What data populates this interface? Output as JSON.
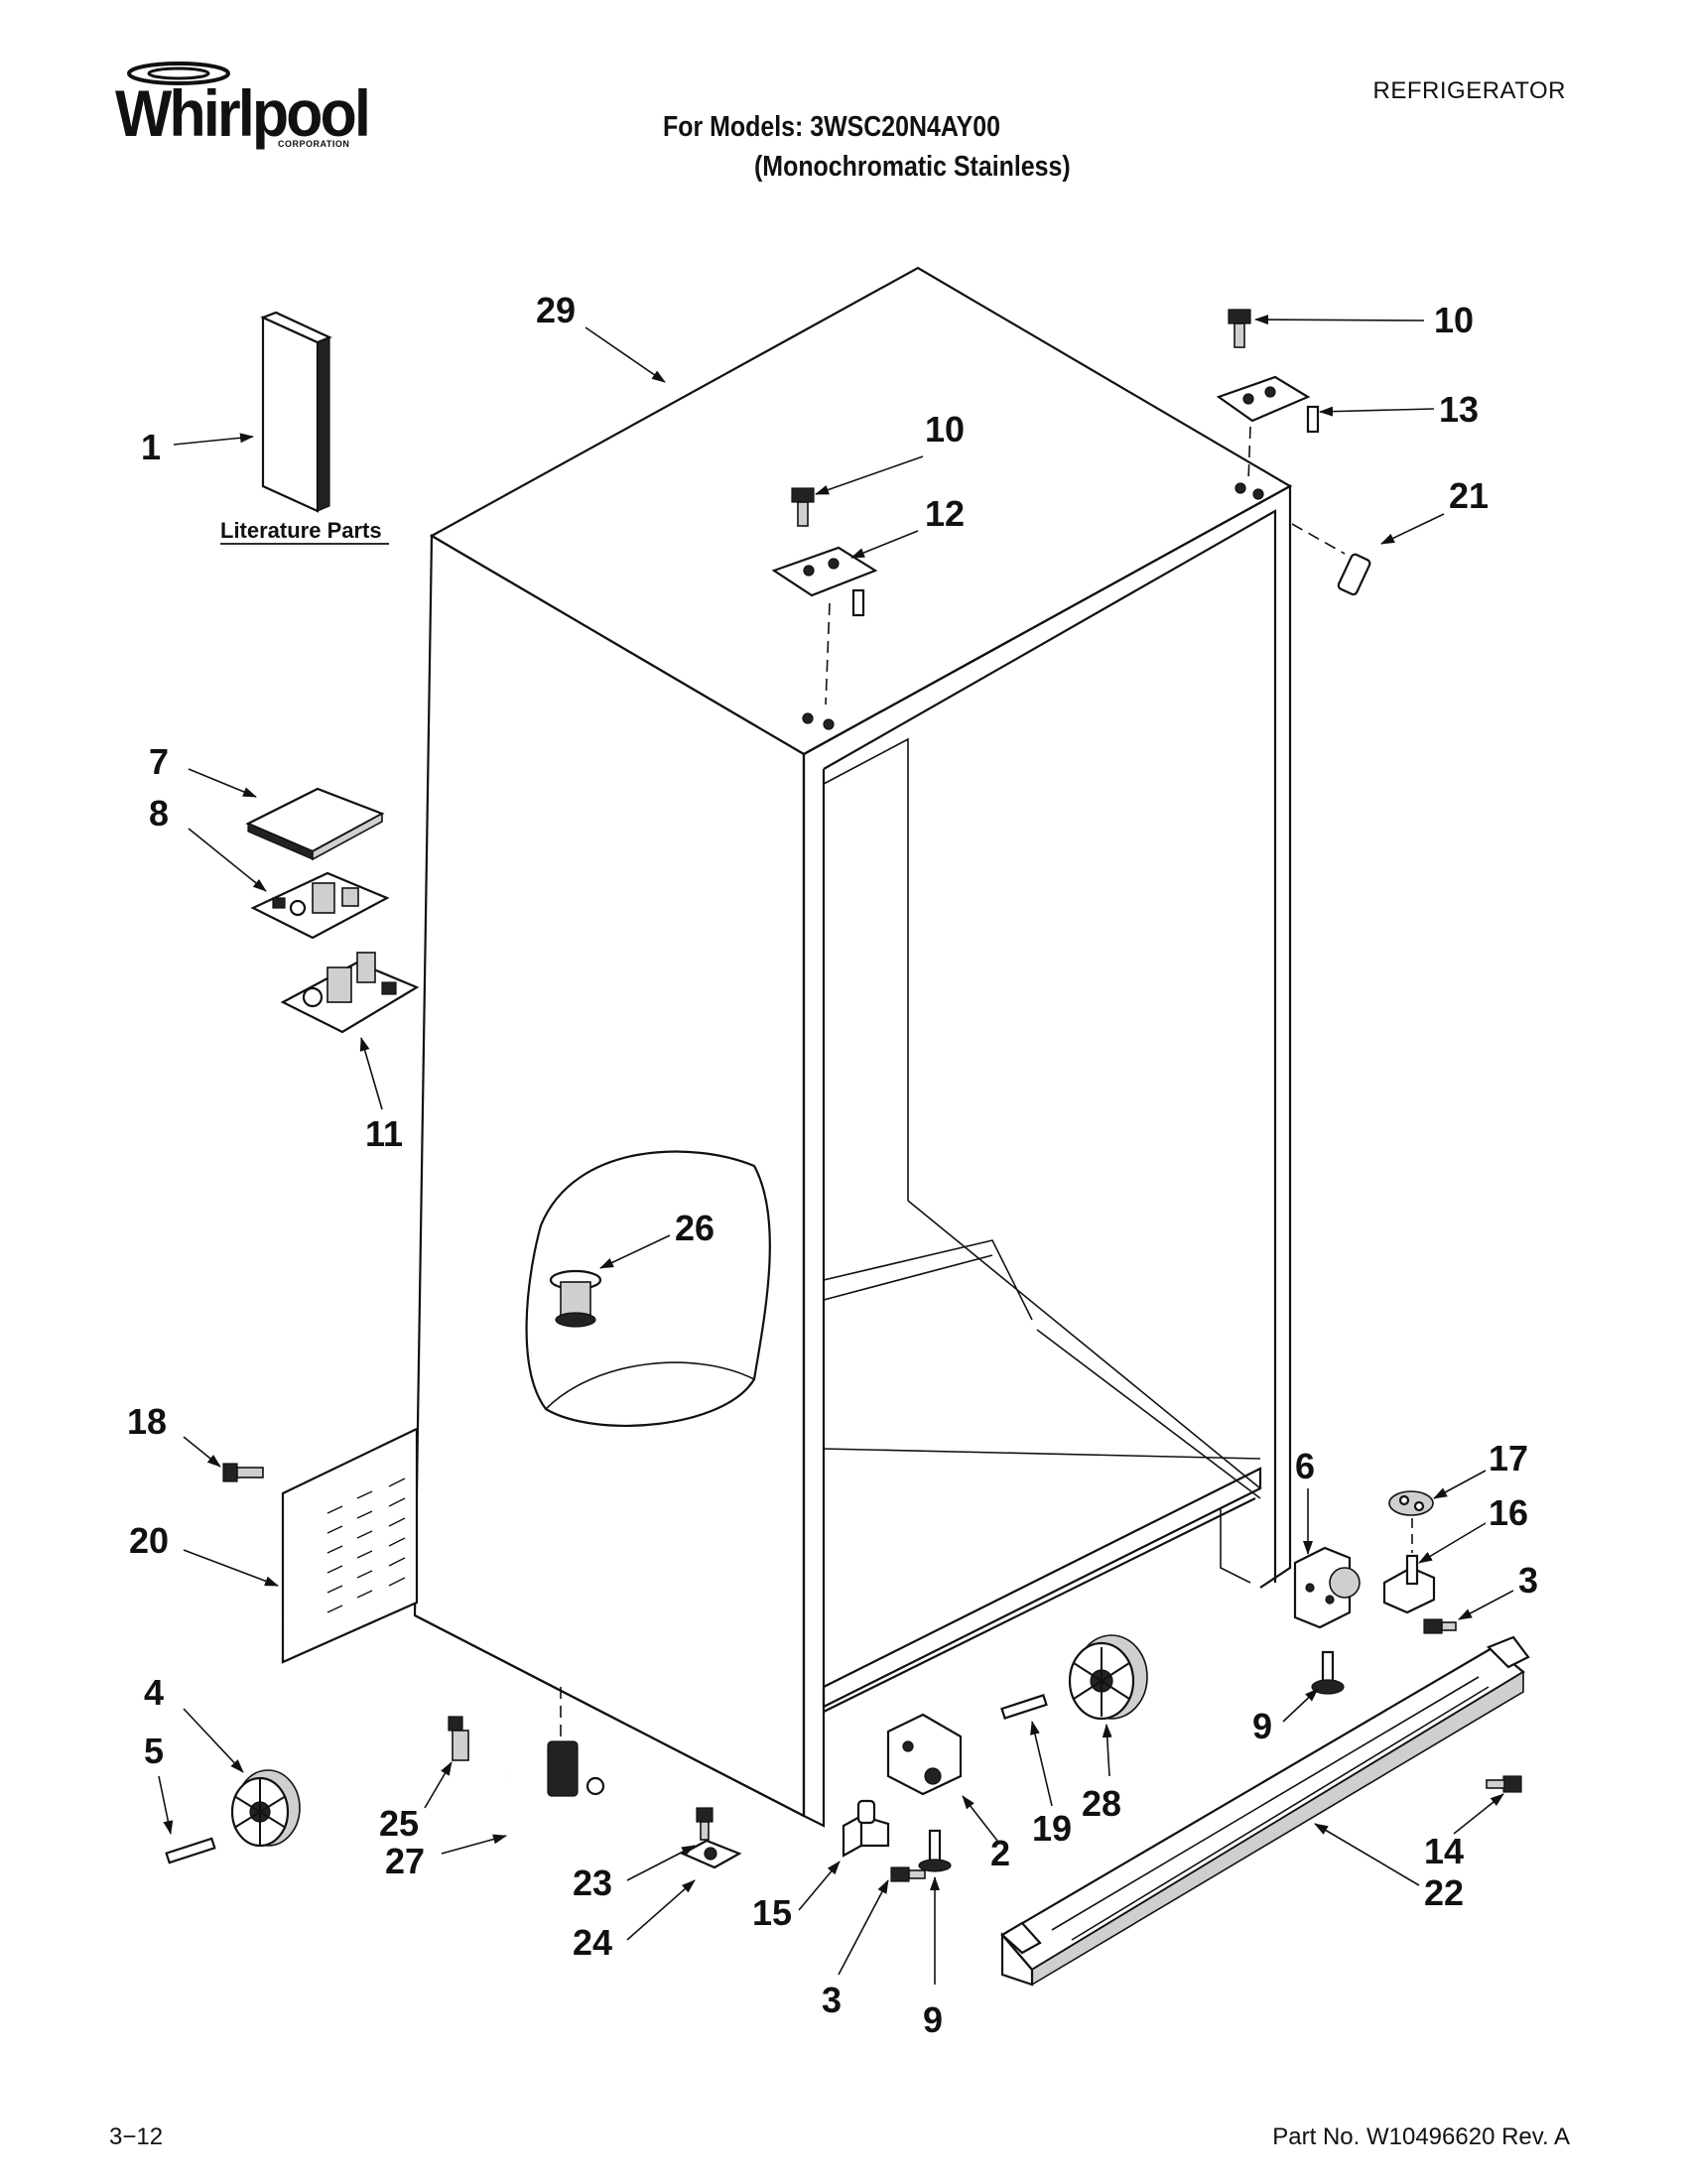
{
  "brand": {
    "logo_word": "Whirlpool",
    "logo_sub": "CORPORATION"
  },
  "header": {
    "category": "REFRIGERATOR",
    "models_line": "For Models: 3WSC20N4AY00",
    "description_line": "(Monochromatic Stainless)"
  },
  "diagram": {
    "literature_label": "Literature Parts",
    "callouts": [
      {
        "id": "c1",
        "text": "1"
      },
      {
        "id": "c2",
        "text": "2"
      },
      {
        "id": "c3a",
        "text": "3"
      },
      {
        "id": "c3b",
        "text": "3"
      },
      {
        "id": "c4",
        "text": "4"
      },
      {
        "id": "c5",
        "text": "5"
      },
      {
        "id": "c6",
        "text": "6"
      },
      {
        "id": "c7",
        "text": "7"
      },
      {
        "id": "c8",
        "text": "8"
      },
      {
        "id": "c9a",
        "text": "9"
      },
      {
        "id": "c9b",
        "text": "9"
      },
      {
        "id": "c10a",
        "text": "10"
      },
      {
        "id": "c10b",
        "text": "10"
      },
      {
        "id": "c11",
        "text": "11"
      },
      {
        "id": "c12",
        "text": "12"
      },
      {
        "id": "c13",
        "text": "13"
      },
      {
        "id": "c14",
        "text": "14"
      },
      {
        "id": "c15",
        "text": "15"
      },
      {
        "id": "c16",
        "text": "16"
      },
      {
        "id": "c17",
        "text": "17"
      },
      {
        "id": "c18",
        "text": "18"
      },
      {
        "id": "c19",
        "text": "19"
      },
      {
        "id": "c20",
        "text": "20"
      },
      {
        "id": "c21",
        "text": "21"
      },
      {
        "id": "c22",
        "text": "22"
      },
      {
        "id": "c23",
        "text": "23"
      },
      {
        "id": "c24",
        "text": "24"
      },
      {
        "id": "c25",
        "text": "25"
      },
      {
        "id": "c26",
        "text": "26"
      },
      {
        "id": "c27",
        "text": "27"
      },
      {
        "id": "c28",
        "text": "28"
      },
      {
        "id": "c29",
        "text": "29"
      }
    ]
  },
  "footer": {
    "page_number": "3−12",
    "part_number": "Part No. W10496620 Rev. A"
  }
}
